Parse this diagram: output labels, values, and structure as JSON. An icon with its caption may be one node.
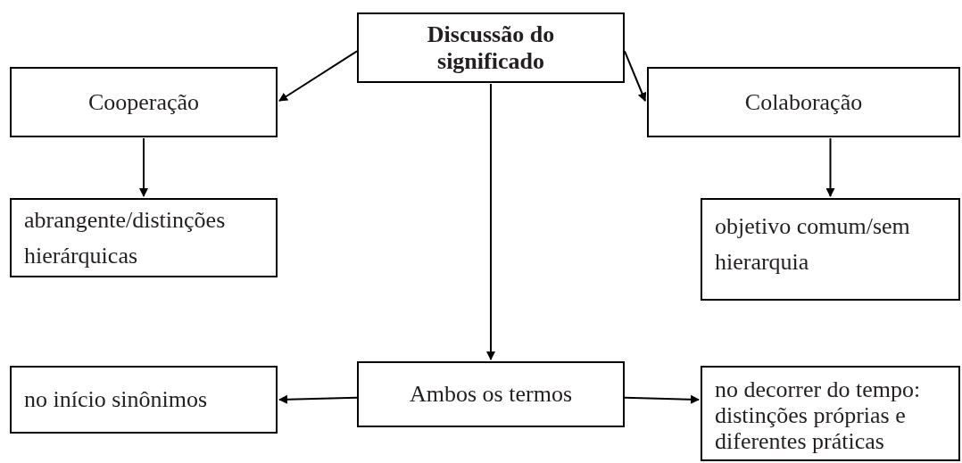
{
  "diagram": {
    "nodes": [
      {
        "text": [
          "Discussão do significado"
        ]
      },
      {
        "text": [
          "Cooperação"
        ]
      },
      {
        "text": [
          "Colaboração"
        ]
      },
      {
        "text": [
          "abrangente/distinções hierárquicas"
        ]
      },
      {
        "text": [
          "objetivo comum/sem hierarquia"
        ]
      },
      {
        "text": [
          "Ambos os termos"
        ]
      },
      {
        "text": [
          "no início sinônimos"
        ]
      },
      {
        "text": [
          "no decorrer do tempo: distinções próprias e diferentes práticas"
        ]
      }
    ],
    "edges": [
      {
        "from": 0,
        "to": 1,
        "arrow": "to"
      },
      {
        "from": 0,
        "to": 2,
        "arrow": "to"
      },
      {
        "from": 1,
        "to": 3,
        "arrow": "to"
      },
      {
        "from": 2,
        "to": 4,
        "arrow": "to"
      },
      {
        "from": 0,
        "to": 5,
        "arrow": "to"
      },
      {
        "from": 5,
        "to": 6,
        "arrow": "to"
      },
      {
        "from": 5,
        "to": 7,
        "arrow": "to"
      }
    ]
  }
}
